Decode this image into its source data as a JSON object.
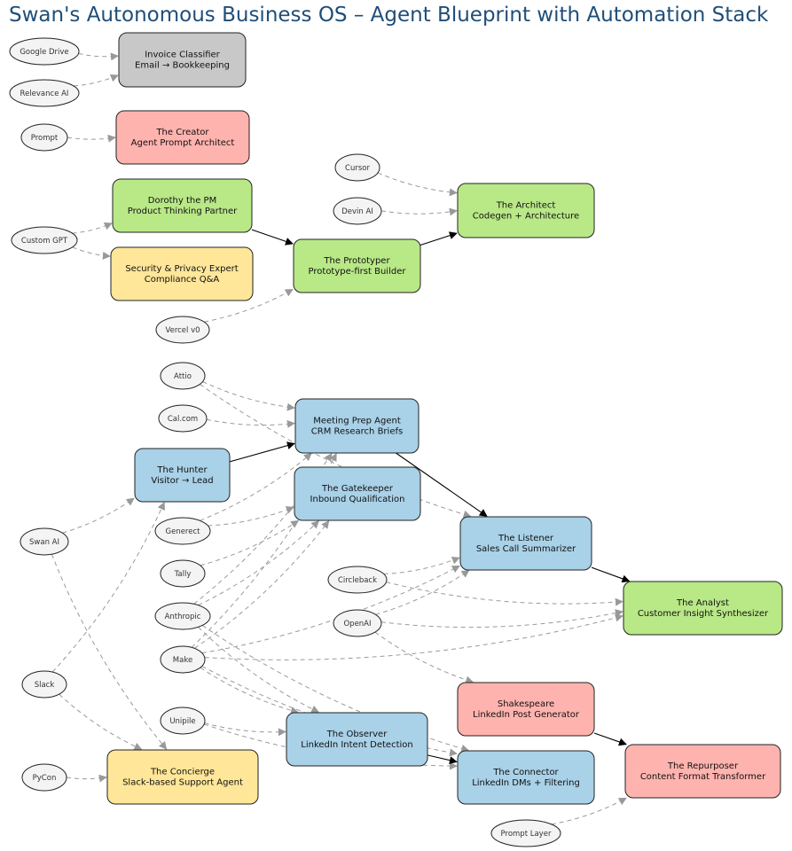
{
  "title": "Swan's Autonomous Business OS – Agent Blueprint with Automation Stack",
  "colors": {
    "green": "#b9e887",
    "blue": "#a9d1e8",
    "red": "#ffb3ae",
    "yellow": "#ffe699",
    "gray": "#c8c8c8",
    "tool_fill": "#f4f4f4",
    "title": "#1f4e79"
  },
  "agents": [
    {
      "id": "invoice",
      "line1": "Invoice Classifier",
      "line2": "Email → Bookkeeping",
      "color": "gray"
    },
    {
      "id": "creator",
      "line1": "The Creator",
      "line2": "Agent Prompt Architect",
      "color": "red"
    },
    {
      "id": "dorothy",
      "line1": "Dorothy the PM",
      "line2": "Product Thinking Partner",
      "color": "green"
    },
    {
      "id": "security",
      "line1": "Security & Privacy Expert",
      "line2": "Compliance Q&A",
      "color": "yellow"
    },
    {
      "id": "prototyper",
      "line1": "The Prototyper",
      "line2": "Prototype-first Builder",
      "color": "green"
    },
    {
      "id": "architect",
      "line1": "The Architect",
      "line2": "Codegen + Architecture",
      "color": "green"
    },
    {
      "id": "meeting",
      "line1": "Meeting Prep Agent",
      "line2": "CRM Research Briefs",
      "color": "blue"
    },
    {
      "id": "gatekeeper",
      "line1": "The Gatekeeper",
      "line2": "Inbound Qualification",
      "color": "blue"
    },
    {
      "id": "hunter",
      "line1": "The Hunter",
      "line2": "Visitor → Lead",
      "color": "blue"
    },
    {
      "id": "listener",
      "line1": "The Listener",
      "line2": "Sales Call Summarizer",
      "color": "blue"
    },
    {
      "id": "analyst",
      "line1": "The Analyst",
      "line2": "Customer Insight Synthesizer",
      "color": "green"
    },
    {
      "id": "shakespeare",
      "line1": "Shakespeare",
      "line2": "LinkedIn Post Generator",
      "color": "red"
    },
    {
      "id": "repurposer",
      "line1": "The Repurposer",
      "line2": "Content Format Transformer",
      "color": "red"
    },
    {
      "id": "observer",
      "line1": "The Observer",
      "line2": "LinkedIn Intent Detection",
      "color": "blue"
    },
    {
      "id": "connector",
      "line1": "The Connector",
      "line2": "LinkedIn DMs + Filtering",
      "color": "blue"
    },
    {
      "id": "concierge",
      "line1": "The Concierge",
      "line2": "Slack-based Support Agent",
      "color": "yellow"
    }
  ],
  "tools": [
    {
      "id": "gdrive",
      "label": "Google Drive"
    },
    {
      "id": "relevance",
      "label": "Relevance AI"
    },
    {
      "id": "prompt",
      "label": "Prompt"
    },
    {
      "id": "customgpt",
      "label": "Custom GPT"
    },
    {
      "id": "cursor",
      "label": "Cursor"
    },
    {
      "id": "devin",
      "label": "Devin AI"
    },
    {
      "id": "vercel",
      "label": "Vercel v0"
    },
    {
      "id": "attio",
      "label": "Attio"
    },
    {
      "id": "calcom",
      "label": "Cal.com"
    },
    {
      "id": "swanai",
      "label": "Swan AI"
    },
    {
      "id": "generect",
      "label": "Generect"
    },
    {
      "id": "tally",
      "label": "Tally"
    },
    {
      "id": "circleback",
      "label": "Circleback"
    },
    {
      "id": "anthropic",
      "label": "Anthropic"
    },
    {
      "id": "openai",
      "label": "OpenAI"
    },
    {
      "id": "make",
      "label": "Make"
    },
    {
      "id": "slack",
      "label": "Slack"
    },
    {
      "id": "unipile",
      "label": "Unipile"
    },
    {
      "id": "pycon",
      "label": "PyCon"
    },
    {
      "id": "promptlayer",
      "label": "Prompt Layer"
    }
  ],
  "flows": [
    {
      "from": "dorothy",
      "to": "prototyper"
    },
    {
      "from": "prototyper",
      "to": "architect"
    },
    {
      "from": "hunter",
      "to": "meeting"
    },
    {
      "from": "meeting",
      "to": "listener"
    },
    {
      "from": "listener",
      "to": "analyst"
    },
    {
      "from": "shakespeare",
      "to": "repurposer"
    },
    {
      "from": "observer",
      "to": "connector"
    }
  ],
  "tool_links": [
    {
      "from": "gdrive",
      "to": "invoice"
    },
    {
      "from": "relevance",
      "to": "invoice"
    },
    {
      "from": "prompt",
      "to": "creator"
    },
    {
      "from": "customgpt",
      "to": "dorothy"
    },
    {
      "from": "customgpt",
      "to": "security"
    },
    {
      "from": "cursor",
      "to": "architect"
    },
    {
      "from": "devin",
      "to": "architect"
    },
    {
      "from": "vercel",
      "to": "prototyper"
    },
    {
      "from": "attio",
      "to": "meeting"
    },
    {
      "from": "attio",
      "to": "listener"
    },
    {
      "from": "calcom",
      "to": "meeting"
    },
    {
      "from": "swanai",
      "to": "hunter"
    },
    {
      "from": "swanai",
      "to": "concierge"
    },
    {
      "from": "generect",
      "to": "meeting"
    },
    {
      "from": "generect",
      "to": "gatekeeper"
    },
    {
      "from": "tally",
      "to": "gatekeeper"
    },
    {
      "from": "circleback",
      "to": "listener"
    },
    {
      "from": "circleback",
      "to": "analyst"
    },
    {
      "from": "openai",
      "to": "listener"
    },
    {
      "from": "openai",
      "to": "analyst"
    },
    {
      "from": "openai",
      "to": "shakespeare"
    },
    {
      "from": "anthropic",
      "to": "meeting"
    },
    {
      "from": "anthropic",
      "to": "gatekeeper"
    },
    {
      "from": "anthropic",
      "to": "observer"
    },
    {
      "from": "anthropic",
      "to": "connector"
    },
    {
      "from": "make",
      "to": "meeting"
    },
    {
      "from": "make",
      "to": "gatekeeper"
    },
    {
      "from": "make",
      "to": "listener"
    },
    {
      "from": "make",
      "to": "analyst"
    },
    {
      "from": "make",
      "to": "observer"
    },
    {
      "from": "make",
      "to": "connector"
    },
    {
      "from": "slack",
      "to": "hunter"
    },
    {
      "from": "slack",
      "to": "concierge"
    },
    {
      "from": "unipile",
      "to": "observer"
    },
    {
      "from": "unipile",
      "to": "connector"
    },
    {
      "from": "pycon",
      "to": "concierge"
    },
    {
      "from": "promptlayer",
      "to": "repurposer"
    }
  ]
}
